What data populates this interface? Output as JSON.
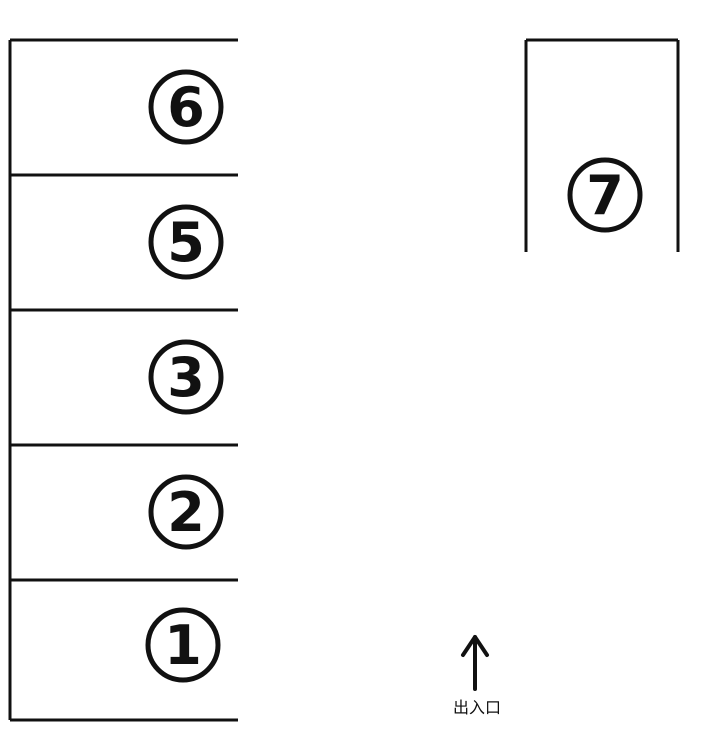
{
  "spaces": [
    {
      "label": "6"
    },
    {
      "label": "5"
    },
    {
      "label": "3"
    },
    {
      "label": "2"
    },
    {
      "label": "1"
    },
    {
      "label": "7"
    }
  ],
  "entrance": {
    "label": "出入口",
    "icon": "arrow-up-icon"
  }
}
